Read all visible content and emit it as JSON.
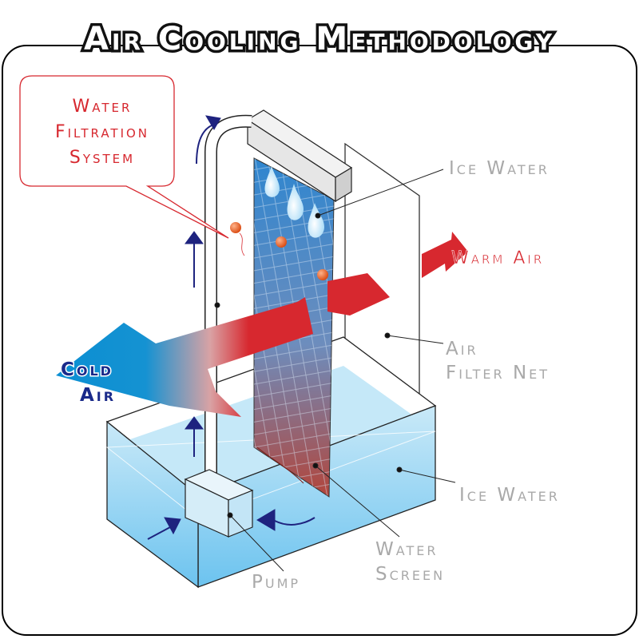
{
  "title": "Air Cooling Methodology",
  "callout": {
    "line1": "Water",
    "line2": "Filtration",
    "line3": "System"
  },
  "labels": {
    "ice_water_top": "Ice Water",
    "warm_air": "Warm Air",
    "air_filter_line1": "Air",
    "air_filter_line2": "Filter Net",
    "cold_air_line1": "Cold",
    "cold_air_line2": "Air",
    "ice_water_bottom": "Ice Water",
    "water_screen_line1": "Water",
    "water_screen_line2": "Screen",
    "pump": "Pump"
  },
  "colors": {
    "title_fill": "#ffffff",
    "title_stroke": "#111111",
    "callout_text": "#d7282f",
    "callout_border": "#d7282f",
    "warm_air": "#d7282f",
    "cold_air": "#0b8fd3",
    "cold_air_label": "#1a2a8a",
    "label_gray": "#a9a9a9",
    "water": "#7ccaf0",
    "arrow_navy": "#1e237f",
    "droplet": "#e8591a"
  },
  "icons": [
    "up-arrow-icon",
    "flow-arrow-icon",
    "water-drop-icon"
  ]
}
